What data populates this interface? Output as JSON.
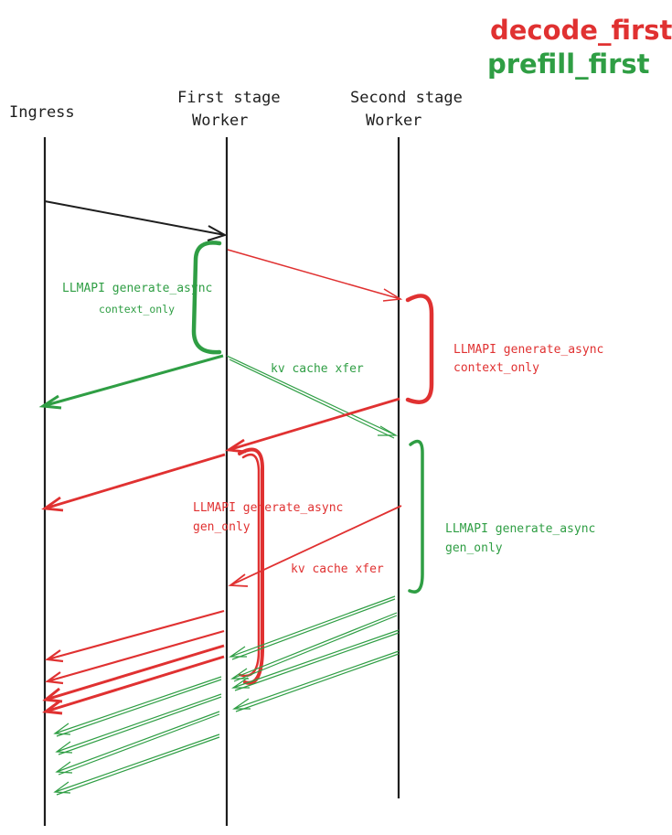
{
  "colors": {
    "decode": "#e03131",
    "prefill": "#2f9e44",
    "line": "#1e1e1e"
  },
  "legend": {
    "decode_first": "decode_first",
    "prefill_first": "prefill_first"
  },
  "lanes": {
    "ingress": "Ingress",
    "first_stage_line1": "First stage",
    "first_stage_line2": "Worker",
    "second_stage_line1": "Second stage",
    "second_stage_line2": "Worker"
  },
  "labels": {
    "prefill_context_1": "LLMAPI generate_async",
    "prefill_context_2": "context_only",
    "prefill_kv": "kv cache xfer",
    "decode_context_1": "LLMAPI generate_async",
    "decode_context_2": "context_only",
    "decode_gen_1": "LLMAPI generate_async",
    "decode_gen_2": "gen_only",
    "prefill_gen_1": "LLMAPI generate_async",
    "prefill_gen_2": "gen_only",
    "decode_kv": "kv cache xfer"
  }
}
